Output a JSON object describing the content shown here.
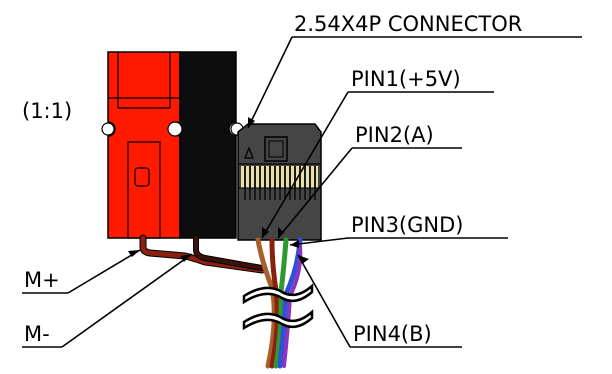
{
  "labels": {
    "scale": "(1:1)",
    "connector": "2.54X4P CONNECTOR",
    "pin1": "PIN1(+5V)",
    "pin2": "PIN2(A)",
    "pin3": "PIN3(GND)",
    "pin4": "PIN4(B)",
    "motor_pos": "M+",
    "motor_neg": "M-"
  },
  "colors": {
    "motor_red": "#ff1a00",
    "motor_black": "#0d0d0d",
    "connector_body": "#454545",
    "pin_contact": "#e8e0a8",
    "wire_red": "#8a2010",
    "wire_brown": "#a8602a",
    "wire_green": "#2e9a2e",
    "wire_blue": "#3050d8",
    "wire_purple": "#8a35c0"
  }
}
